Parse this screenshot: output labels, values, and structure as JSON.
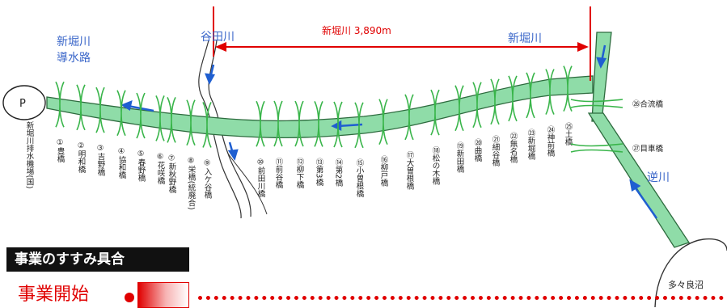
{
  "rivers": {
    "shinhori_upper": "新堀川",
    "shinhori_upper_2": "導水路",
    "yata": "谷田川",
    "shinhori_right": "新堀川",
    "sakasa": "逆川"
  },
  "pump_station": {
    "marker": "P",
    "name": "新堀川排水機場(国)"
  },
  "span": {
    "label": "新堀川 3,890m"
  },
  "bridges": [
    {
      "num": "①",
      "name": "豊橋"
    },
    {
      "num": "②",
      "name": "明和橋"
    },
    {
      "num": "③",
      "name": "吉野橋"
    },
    {
      "num": "④",
      "name": "協和橋"
    },
    {
      "num": "⑤",
      "name": "春野橋"
    },
    {
      "num": "⑥",
      "name": "花咲橋"
    },
    {
      "num": "⑦",
      "name": "新秋野橋"
    },
    {
      "num": "⑧",
      "name": "栄橋(統廃合)"
    },
    {
      "num": "⑨",
      "name": "入ケ谷橋"
    },
    {
      "num": "⑩",
      "name": "前田川橋"
    },
    {
      "num": "⑪",
      "name": "前谷橋"
    },
    {
      "num": "⑫",
      "name": "柳下橋"
    },
    {
      "num": "⑬",
      "name": "第3橋"
    },
    {
      "num": "⑭",
      "name": "第2橋"
    },
    {
      "num": "⑮",
      "name": "小曽根橋"
    },
    {
      "num": "⑯",
      "name": "柳戸橋"
    },
    {
      "num": "⑰",
      "name": "大曽根橋"
    },
    {
      "num": "⑱",
      "name": "松の木橋"
    },
    {
      "num": "⑲",
      "name": "新田橋"
    },
    {
      "num": "⑳",
      "name": "曲橋"
    },
    {
      "num": "㉑",
      "name": "細谷橋"
    },
    {
      "num": "㉒",
      "name": "無名橋"
    },
    {
      "num": "㉓",
      "name": "新堀橋"
    },
    {
      "num": "㉔",
      "name": "神前橋"
    },
    {
      "num": "㉕",
      "name": "土橋"
    }
  ],
  "side_bridges": [
    {
      "num": "㉖",
      "name": "合流橋"
    },
    {
      "num": "㉗",
      "name": "目車橋"
    }
  ],
  "lake": "多々良沼",
  "progress": {
    "title": "事業のすすみ具合",
    "start_label": "事業開始"
  },
  "colors": {
    "channel_fill": "#8fdca8",
    "channel_stroke": "#2d6b3e",
    "bridge": "#39b54a",
    "arrow": "#1f5fd1",
    "accent_red": "#e00000",
    "river_label": "#3a66c9"
  }
}
